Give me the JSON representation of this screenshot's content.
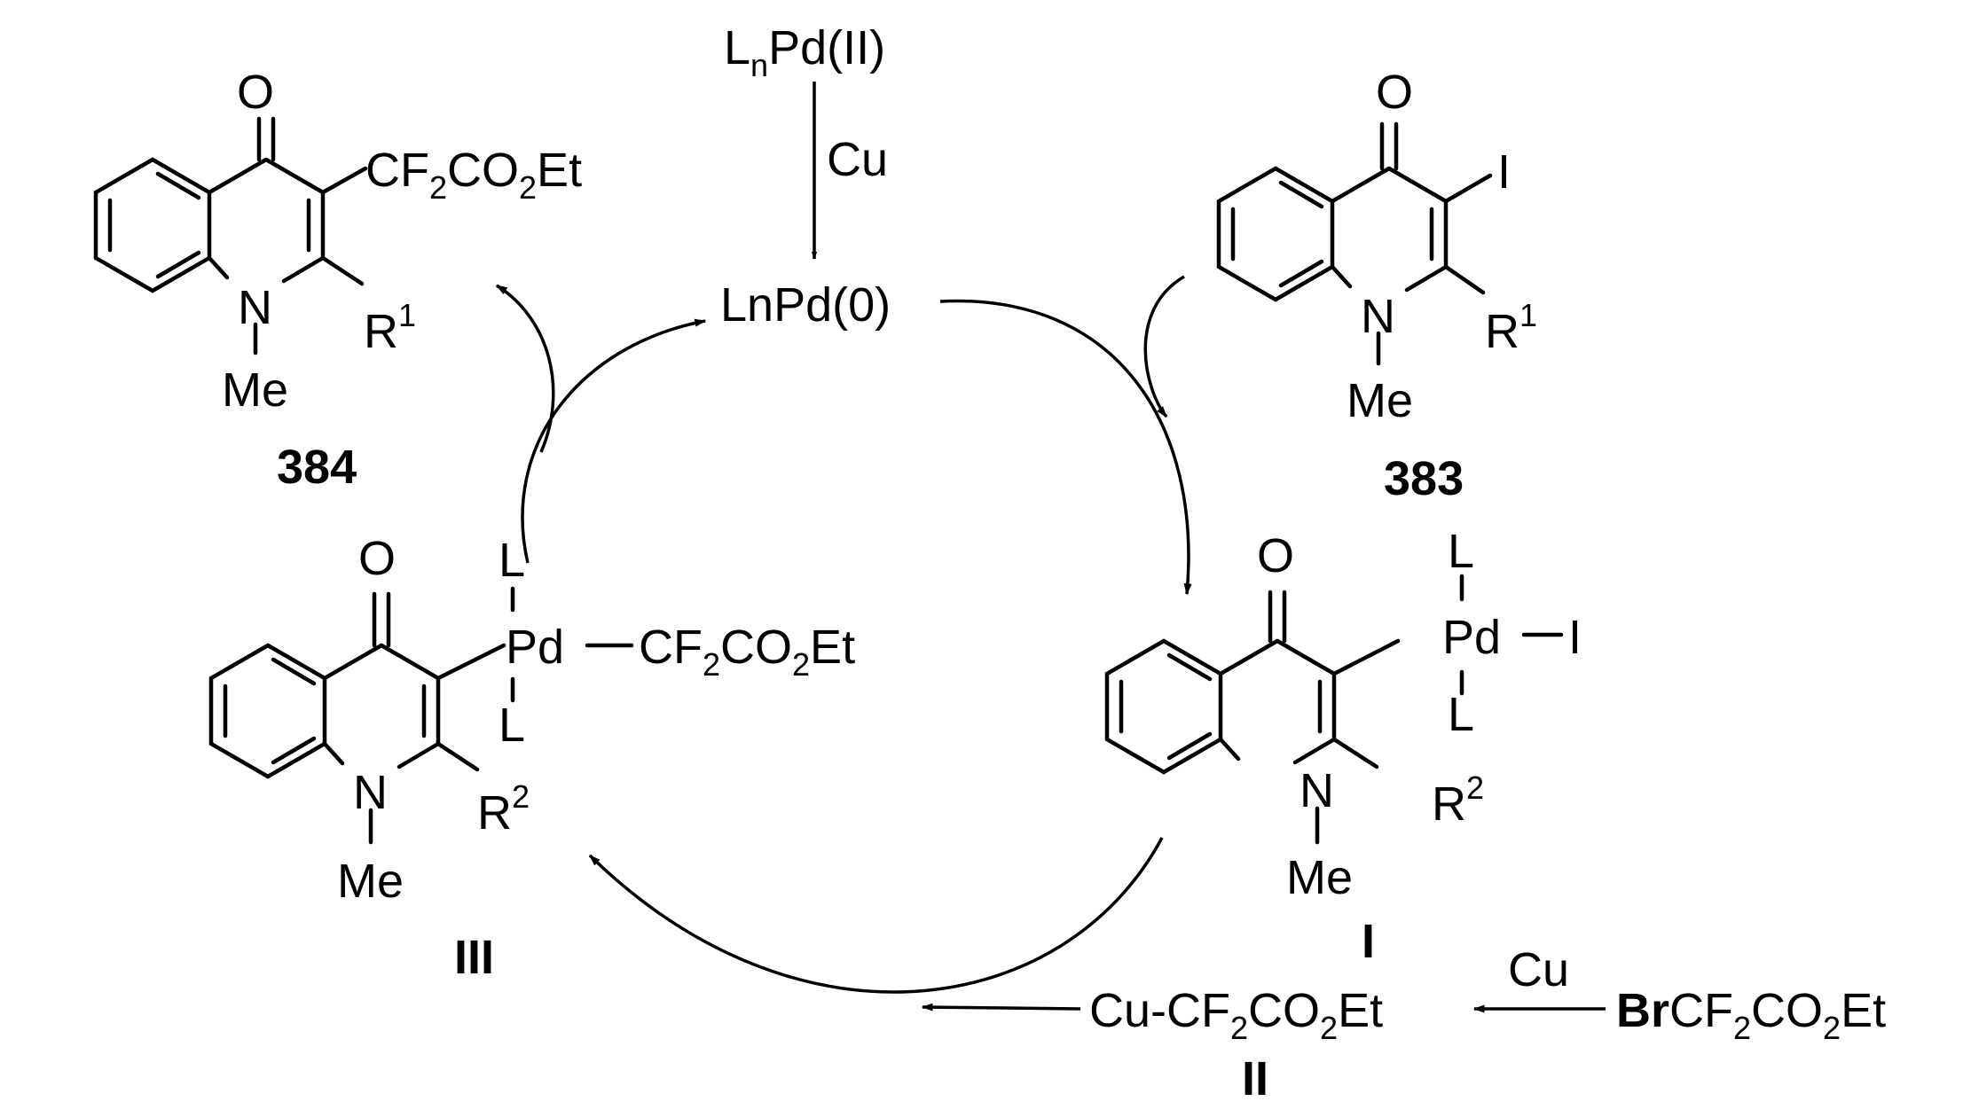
{
  "colors": {
    "ink": "#000000",
    "background": "#ffffff"
  },
  "precatalyst": {
    "text": "L",
    "sub": "n",
    "rest": "Pd(II)"
  },
  "reductant": "Cu",
  "catalyst": "LnPd(0)",
  "substrate": {
    "compound_id": "383",
    "oxo": "O",
    "halogen": "I",
    "nitrogen": "N",
    "n_sub": "Me",
    "r": "R",
    "r_sup": "1"
  },
  "product": {
    "compound_id": "384",
    "oxo": "O",
    "group": [
      "CF",
      "2",
      "CO",
      "2",
      "Et"
    ],
    "nitrogen": "N",
    "n_sub": "Me",
    "r": "R",
    "r_sup": "1"
  },
  "intermediate_I": {
    "id": "I",
    "oxo": "O",
    "metal": "Pd",
    "ligand_top": "L",
    "ligand_bottom": "L",
    "halide": "I",
    "nitrogen": "N",
    "n_sub": "Me",
    "r": "R",
    "r_sup": "2"
  },
  "intermediate_III": {
    "id": "III",
    "oxo": "O",
    "metal": "Pd",
    "ligand_top": "L",
    "ligand_bottom": "L",
    "group": [
      "CF",
      "2",
      "CO",
      "2",
      "Et"
    ],
    "nitrogen": "N",
    "n_sub": "Me",
    "r": "R",
    "r_sup": "2"
  },
  "intermediate_II": {
    "id": "II",
    "formula": [
      "Cu-CF",
      "2",
      "CO",
      "2",
      "Et"
    ]
  },
  "reagent": {
    "bold_part": "Br",
    "formula": [
      "CF",
      "2",
      "CO",
      "2",
      "Et"
    ],
    "over_arrow": "Cu"
  }
}
